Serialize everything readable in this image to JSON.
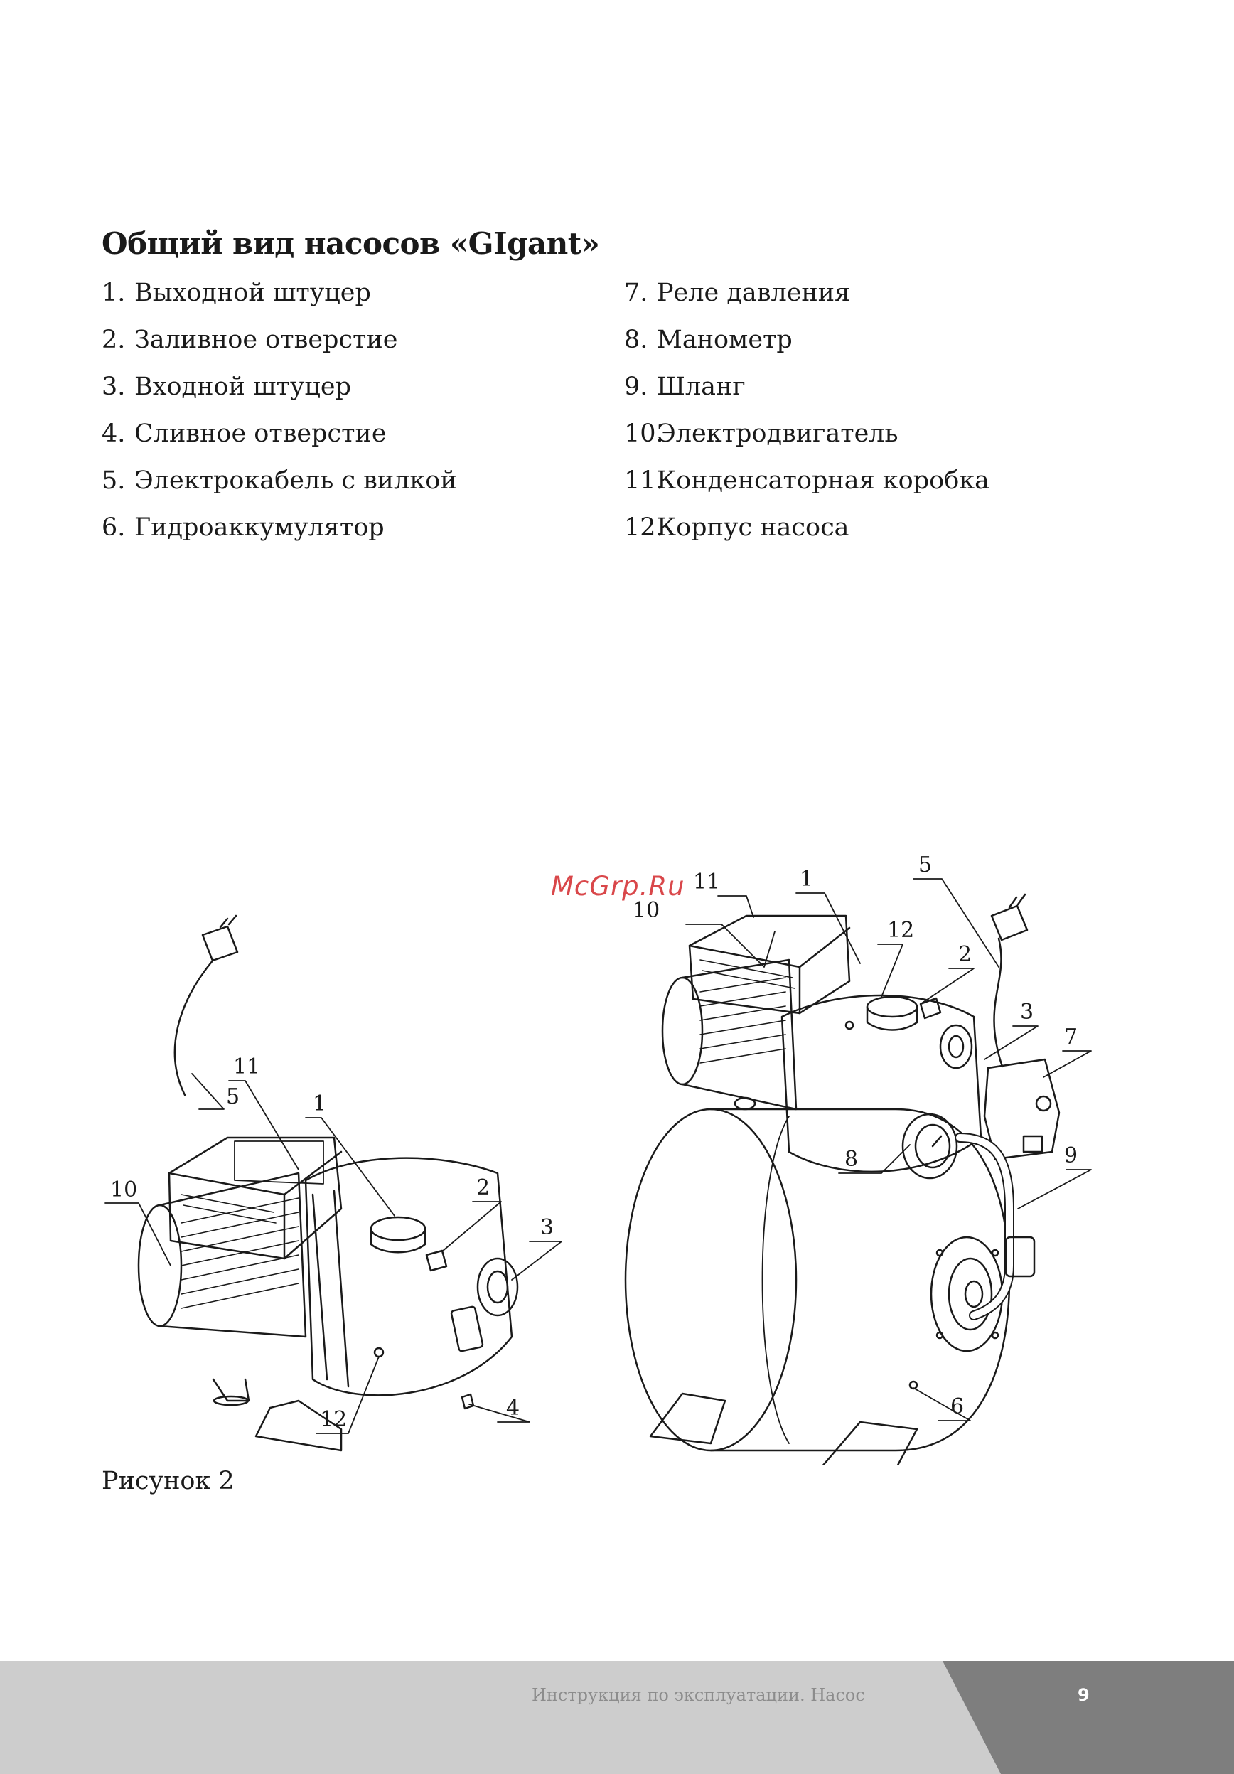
{
  "heading": "Общий вид насосов «GIgant»",
  "parts_left": [
    {
      "num": "1.",
      "label": "Выходной штуцер"
    },
    {
      "num": "2.",
      "label": "Заливное отверстие"
    },
    {
      "num": "3.",
      "label": "Входной штуцер"
    },
    {
      "num": "4.",
      "label": "Сливное отверстие"
    },
    {
      "num": "5.",
      "label": "Электрокабель с вилкой"
    },
    {
      "num": "6.",
      "label": "Гидроаккумулятор"
    }
  ],
  "parts_right": [
    {
      "num": "7.",
      "label": "Реле давления"
    },
    {
      "num": "8.",
      "label": "Манометр"
    },
    {
      "num": "9.",
      "label": "Шланг"
    },
    {
      "num": "10.",
      "label": "Электродвигатель"
    },
    {
      "num": "11.",
      "label": "Конденсаторная коробка"
    },
    {
      "num": "12.",
      "label": "Корпус насоса"
    }
  ],
  "watermark": "McGrp.Ru",
  "figure_left_callouts": [
    "11",
    "1",
    "5",
    "10",
    "2",
    "3",
    "12",
    "4"
  ],
  "figure_right_callouts": [
    "11",
    "1",
    "5",
    "10",
    "12",
    "2",
    "3",
    "7",
    "8",
    "9",
    "6"
  ],
  "caption": "Рисунок 2",
  "footer": {
    "text": "Инструкция по эксплуатации. Насос",
    "page_number": "9"
  }
}
